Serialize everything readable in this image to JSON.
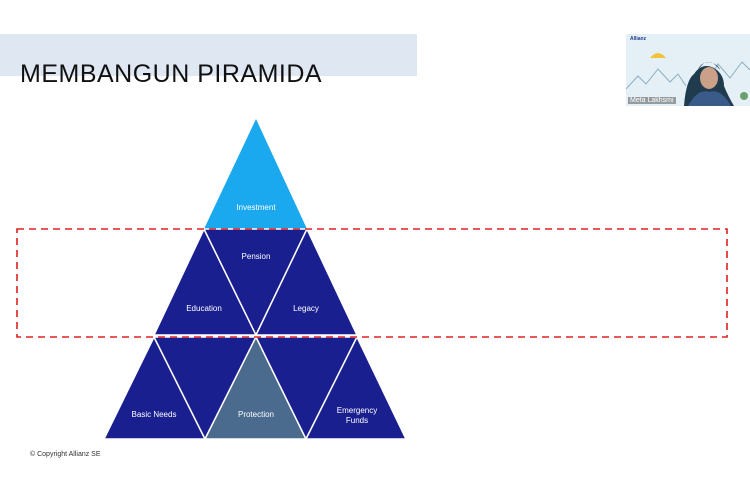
{
  "slide": {
    "title": "MEMBANGUN PIRAMIDA",
    "copyright": "© Copyright Allianz SE"
  },
  "pyramid": {
    "top": "Investment",
    "middle_center": "Pension",
    "middle_left": "Education",
    "middle_right": "Legacy",
    "bottom_left": "Basic Needs",
    "bottom_center": "Protection",
    "bottom_right_line1": "Emergency",
    "bottom_right_line2": "Funds"
  },
  "colors": {
    "dark_blue": "#1a1f8f",
    "light_blue": "#1aa8ee",
    "slate": "#4a6a8e",
    "highlight": "#e02020"
  },
  "webcam": {
    "brand": "Allianz",
    "participant_name": "Meta Lakhsmi"
  }
}
